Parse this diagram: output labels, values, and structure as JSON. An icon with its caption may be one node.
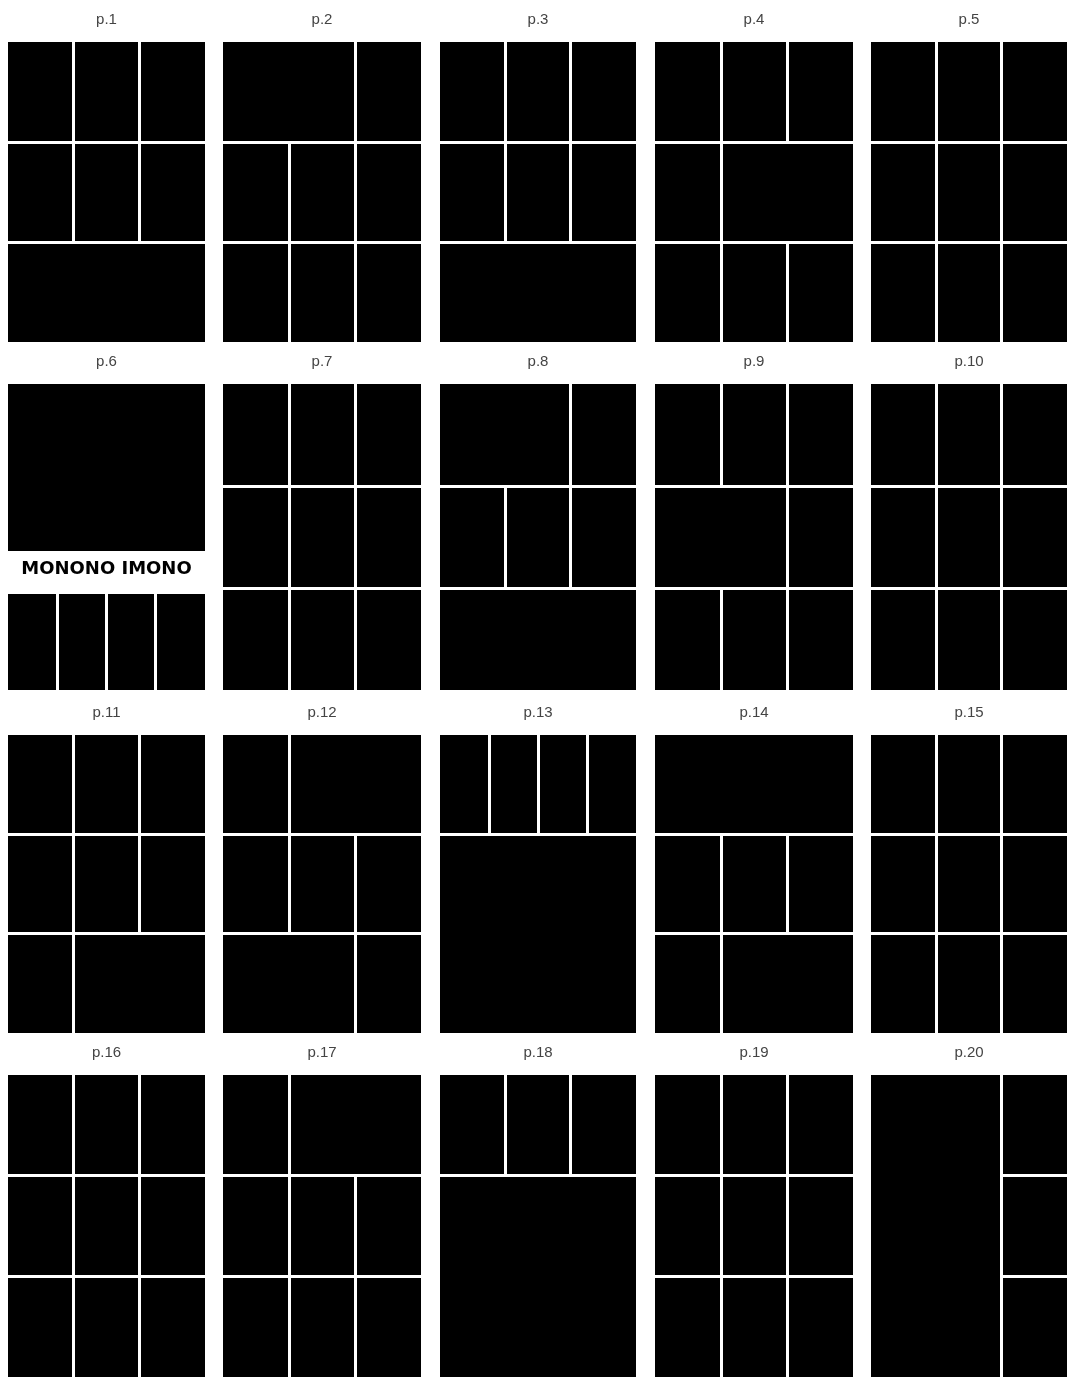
{
  "diagram": {
    "labels": [
      "p.1",
      "p.2",
      "p.3",
      "p.4",
      "p.5",
      "p.6",
      "p.7",
      "p.8",
      "p.9",
      "p.10",
      "MONONO IMONO",
      "p.11",
      "p.12",
      "p.13",
      "p.14",
      "p.15",
      "p.16",
      "p.17",
      "p.18",
      "p.19",
      "p.20"
    ]
  }
}
